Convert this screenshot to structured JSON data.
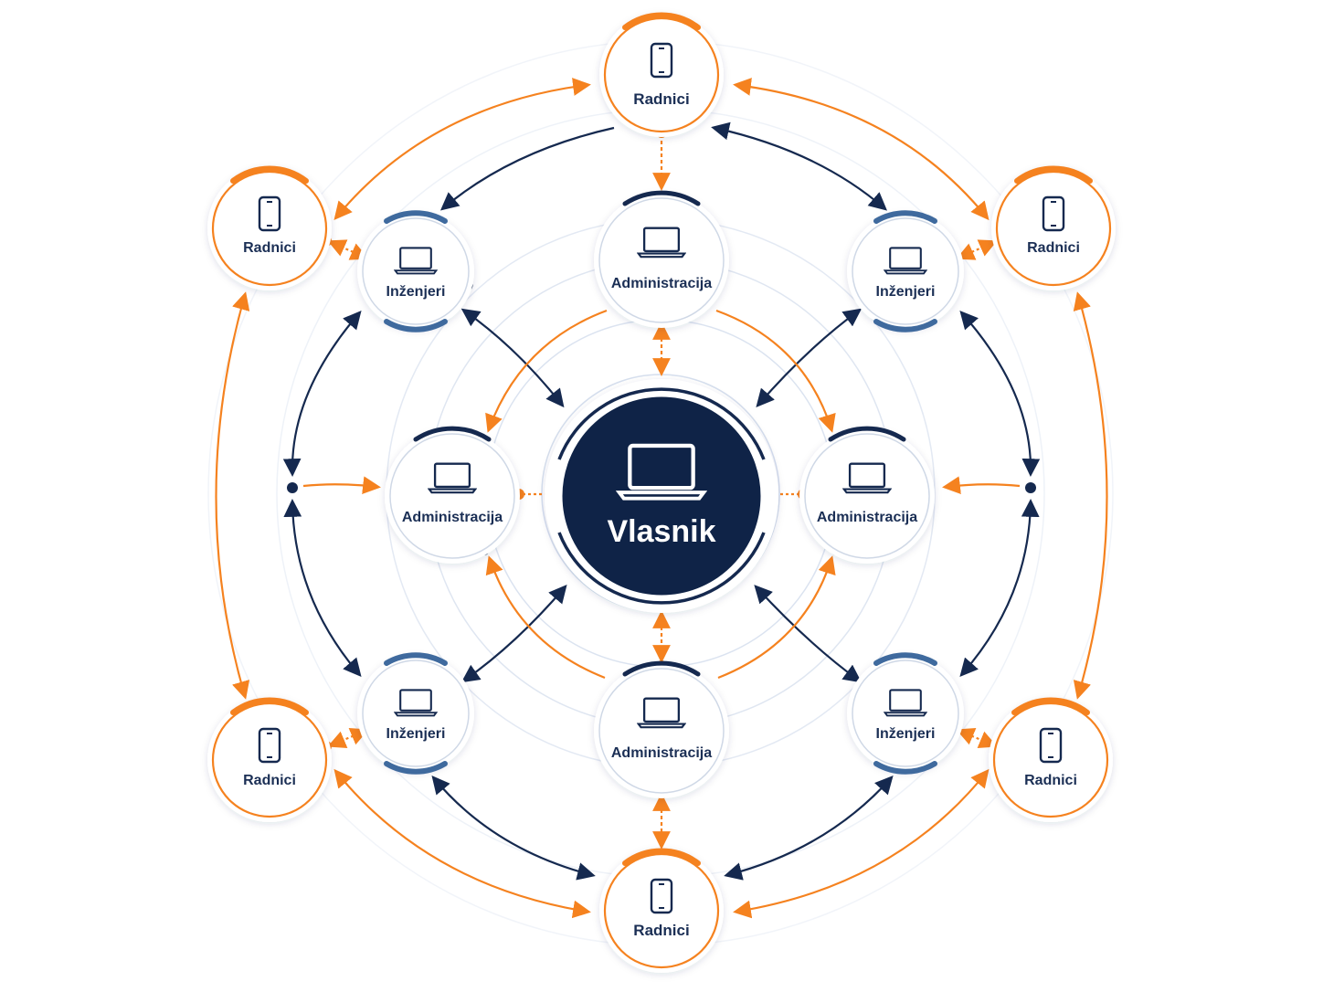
{
  "colors": {
    "navy": "#15294f",
    "orange": "#f5821f",
    "ring": "#c9d4e6",
    "node_fill": "#ffffff",
    "center_fill": "#0f2347"
  },
  "center": {
    "label": "Vlasnik",
    "icon": "laptop-icon"
  },
  "nodes": {
    "radnici_label": "Radnici",
    "inzenjeri_label": "Inženjeri",
    "administracija_label": "Administracija"
  },
  "icons": {
    "radnici": "phone-icon",
    "inzenjeri": "laptop-icon",
    "administracija": "laptop-icon"
  }
}
